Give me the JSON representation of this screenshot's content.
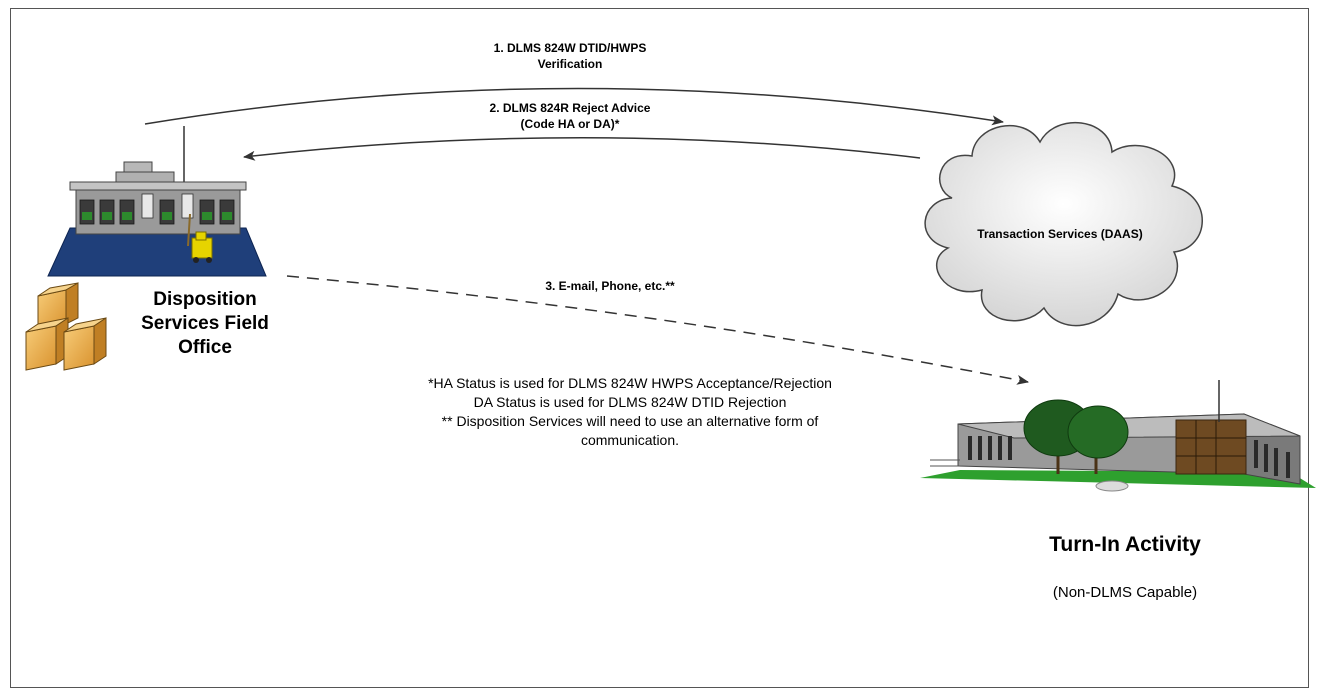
{
  "arrows": {
    "verification": {
      "line1": "1. DLMS 824W DTID/HWPS",
      "line2": "Verification"
    },
    "reject": {
      "line1": "2. DLMS 824R Reject Advice",
      "line2": "(Code HA or DA)*"
    },
    "alternate": {
      "line1": "3. E-mail, Phone, etc.**"
    }
  },
  "nodes": {
    "field_office": {
      "line1": "Disposition",
      "line2": "Services Field",
      "line3": "Office"
    },
    "daas": {
      "label": "Transaction Services (DAAS)"
    },
    "turn_in": {
      "title": "Turn-In Activity",
      "subtitle": "(Non-DLMS Capable)"
    }
  },
  "notes": {
    "line1": "*HA Status is used for DLMS 824W HWPS Acceptance/Rejection",
    "line2": "DA Status is used for DLMS 824W DTID Rejection",
    "line3": "** Disposition Services will need to use an alternative form of",
    "line4": "communication."
  },
  "colors": {
    "floor": "#1f3f7a",
    "building_gray": "#9a9a9a",
    "box": "#e8a93f",
    "forklift": "#e6d400",
    "tree": "#1f5a1f",
    "lawn": "#2ea02e",
    "arrow": "#333333"
  },
  "icons": [
    "warehouse-icon",
    "boxes-icon",
    "cloud-icon",
    "office-building-icon",
    "forklift-icon"
  ]
}
